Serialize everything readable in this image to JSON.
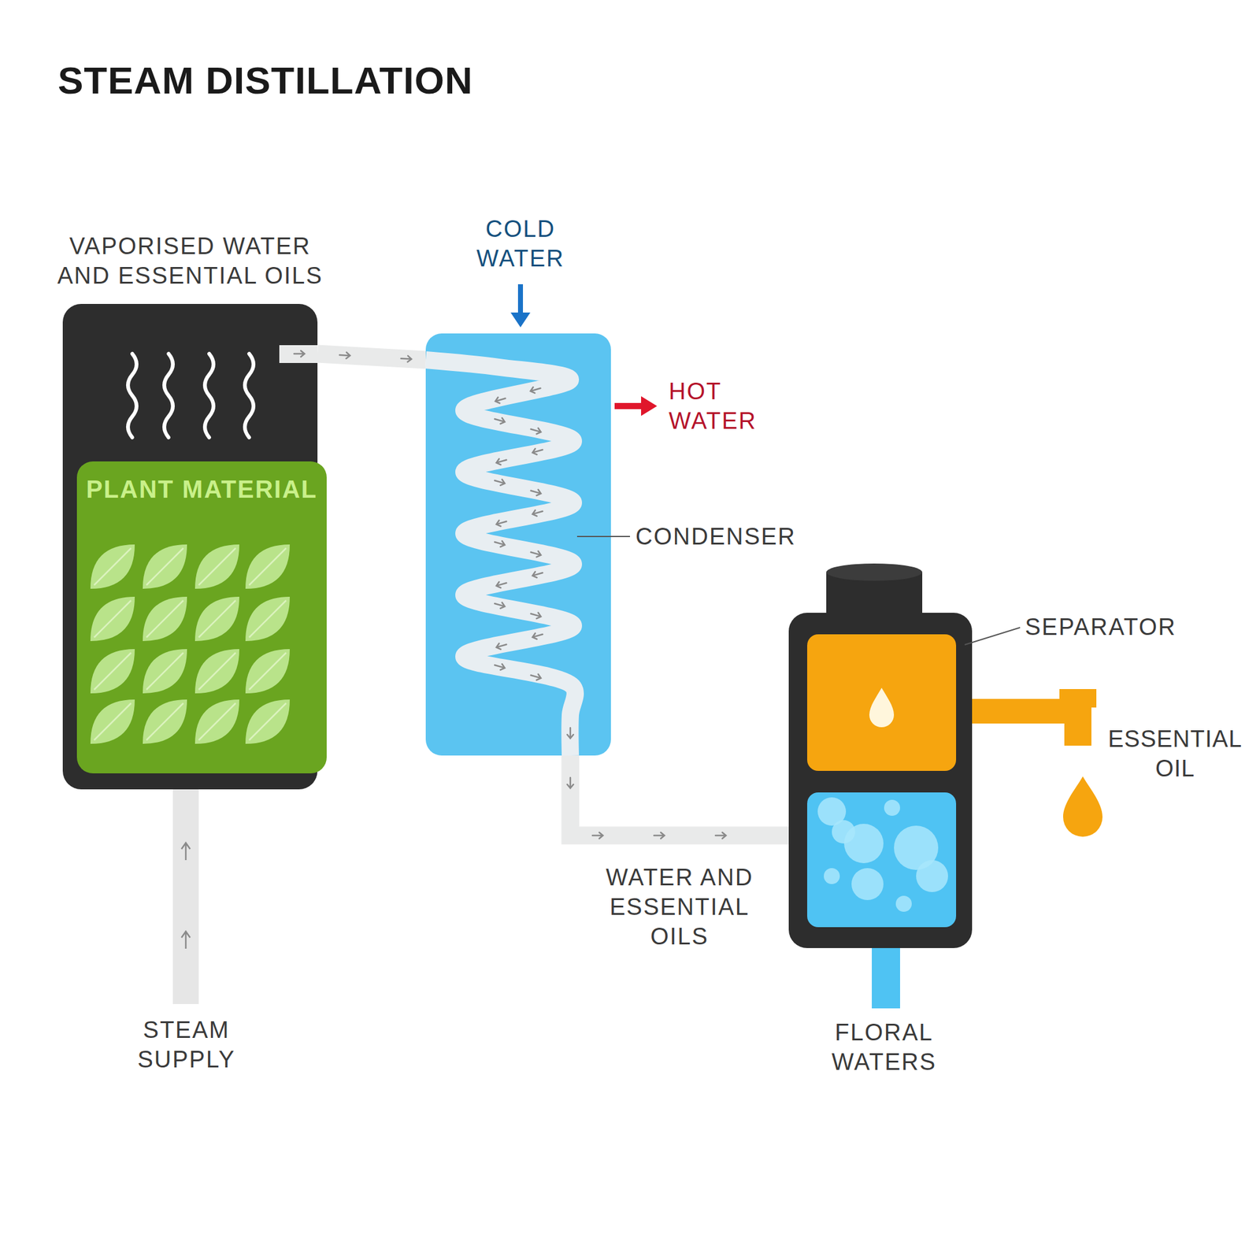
{
  "diagram": {
    "title": "STEAM DISTILLATION",
    "nodes": [
      {
        "text": [
          "VAPORISED WATER AND ESSENTIAL OILS"
        ]
      },
      {
        "text": [
          "PLANT MATERIAL"
        ],
        "in": 0
      },
      {
        "text": [
          "CONDENSER"
        ]
      },
      {
        "text": [
          "SEPARATOR"
        ]
      }
    ],
    "edges": [
      {
        "from": 0,
        "to": 2,
        "arrow": "to"
      },
      {
        "from": 2,
        "to": 3,
        "label": "WATER AND ESSENTIAL OILS",
        "arrow": "to"
      }
    ],
    "labels": [
      "COLD WATER",
      "HOT WATER",
      "ESSENTIAL OIL",
      "STEAM SUPPLY",
      "FLORAL WATERS"
    ]
  }
}
